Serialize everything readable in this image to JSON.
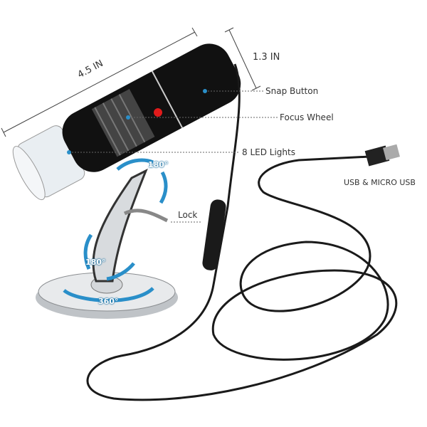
{
  "dimensions": {
    "length": "4.5 IN",
    "diameter": "1.3 IN"
  },
  "callouts": {
    "snap_button": "Snap Button",
    "focus_wheel": "Focus Wheel",
    "led_lights": "8 LED Lights",
    "usb": "USB & MICRO USB",
    "lock": "Lock"
  },
  "angles": {
    "top_tilt": "180°",
    "arm_tilt": "180°",
    "base_rotation": "360°"
  },
  "colors": {
    "accent": "#2a8fc9",
    "body": "#111111",
    "snap_button": "#e01b1b",
    "cable": "#1a1a1a"
  }
}
